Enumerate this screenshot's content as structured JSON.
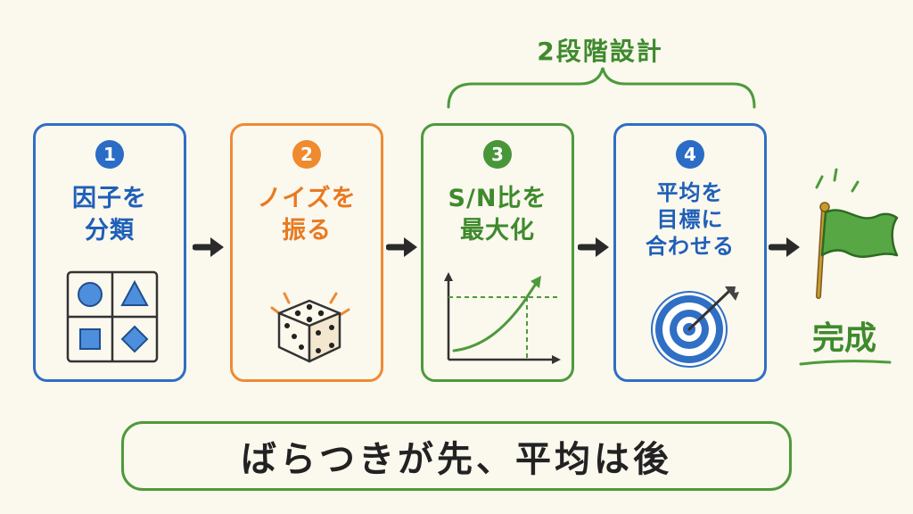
{
  "top_label": "2段階設計",
  "steps": [
    {
      "number": "1",
      "lines": [
        "因子を",
        "分類"
      ],
      "icon": "shapes-grid-icon"
    },
    {
      "number": "2",
      "lines": [
        "ノイズを",
        "振る"
      ],
      "icon": "dice-icon"
    },
    {
      "number": "3",
      "lines": [
        "S/N比を",
        "最大化"
      ],
      "icon": "rising-curve-chart-icon"
    },
    {
      "number": "4",
      "lines": [
        "平均を",
        "目標に",
        "合わせる"
      ],
      "icon": "target-arrow-icon"
    }
  ],
  "complete_label": "完成",
  "summary": "ばらつきが先、平均は後",
  "colors": {
    "blue": "#2f6fc4",
    "orange": "#ee8a35",
    "green": "#4d9a3c",
    "background": "#fbf8ee"
  }
}
